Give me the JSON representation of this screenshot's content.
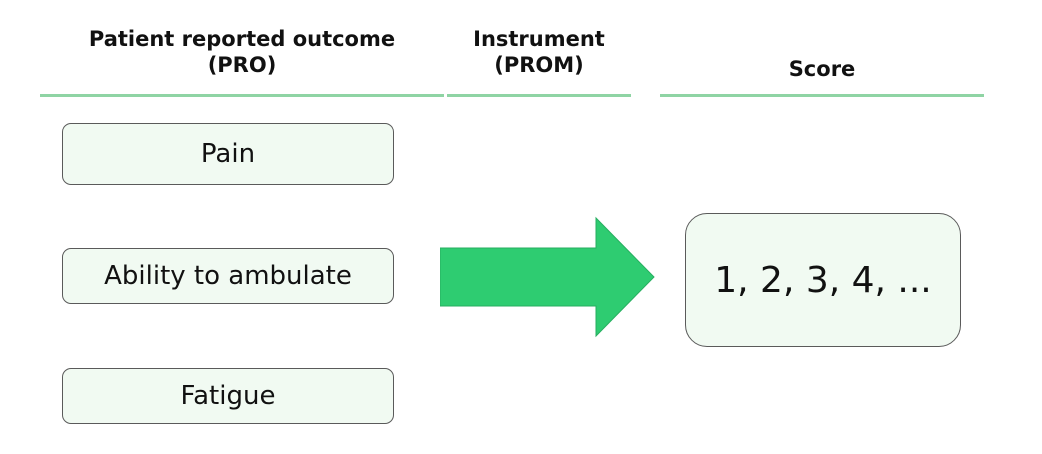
{
  "headers": {
    "pro": "Patient reported outcome\n(PRO)",
    "prom": "Instrument\n(PROM)",
    "score": "Score"
  },
  "outcomes": [
    {
      "label": "Pain"
    },
    {
      "label": "Ability to ambulate"
    },
    {
      "label": "Fatigue"
    }
  ],
  "score_box": {
    "value": "1, 2, 3, 4, ..."
  },
  "colors": {
    "arrow_fill": "#2ecc71",
    "header_rule": "#8fd4a4",
    "box_fill": "#f1faf2",
    "box_border": "#5a5a5a"
  }
}
